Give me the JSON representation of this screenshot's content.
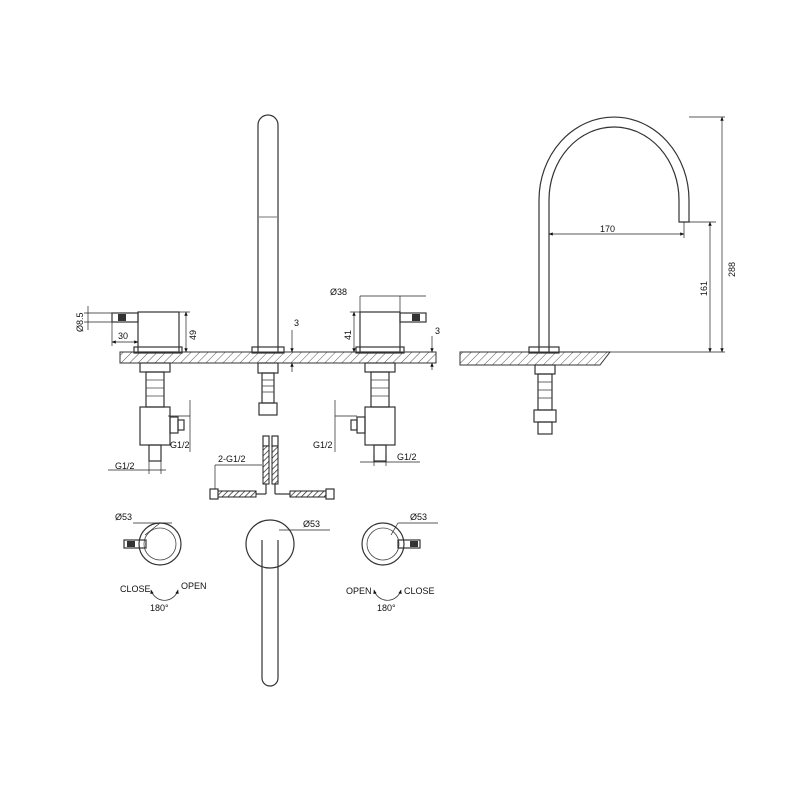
{
  "dimensions": {
    "d8_5": "Ø8.5",
    "d30": "30",
    "d49": "49",
    "d3_spout": "3",
    "d38": "Ø38",
    "d41": "41",
    "d3_right": "3",
    "d170": "170",
    "d161": "161",
    "d288": "288",
    "g_left_side": "G1/2",
    "g_left_bottom": "G1/2",
    "g_right_side": "G1/2",
    "g_right_bottom": "G1/2",
    "hose_thread": "2-G1/2",
    "d53_left": "Ø53",
    "d53_center": "Ø53",
    "d53_right": "Ø53"
  },
  "rotation": {
    "left_close": "CLOSE",
    "left_open": "OPEN",
    "left_angle": "180°",
    "right_open": "OPEN",
    "right_close": "CLOSE",
    "right_angle": "180°"
  }
}
